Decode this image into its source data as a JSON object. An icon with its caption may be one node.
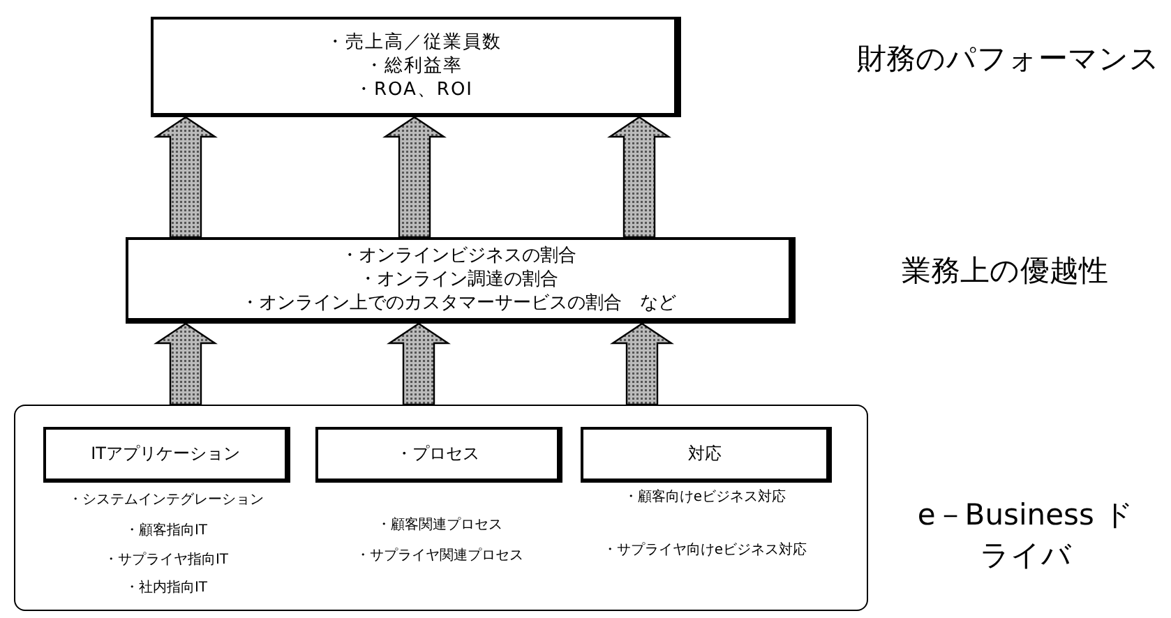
{
  "diagram": {
    "nodes": [
      {
        "text": [
          "・売上高／従業員数",
          "・総利益率",
          "・ROA、ROI"
        ]
      },
      {
        "text": [
          "・オンラインビジネスの割合",
          "・オンライン調達の割合",
          "・オンライン上でのカスタマーサービスの割合　など"
        ]
      },
      {
        "text": [],
        "shape": "box"
      },
      {
        "text": [
          "ITアプリケーション"
        ],
        "in": 2,
        "beside": [
          "・システムインテグレーション",
          "・顧客指向IT",
          "・サプライヤ指向IT",
          "・社内指向IT"
        ]
      },
      {
        "text": [
          "・プロセス"
        ],
        "in": 2,
        "beside": [
          "・顧客関連プロセス",
          "・サプライヤ関連プロセス"
        ]
      },
      {
        "text": [
          "対応"
        ],
        "in": 2,
        "beside": [
          "・顧客向けeビジネス対応",
          "・サプライヤ向けeビジネス対応"
        ]
      }
    ],
    "edges": [
      {
        "from": 1,
        "to": 0,
        "arrow": "to",
        "style": "thick"
      },
      {
        "from": 1,
        "to": 0,
        "arrow": "to",
        "style": "thick"
      },
      {
        "from": 1,
        "to": 0,
        "arrow": "to",
        "style": "thick"
      },
      {
        "from": 2,
        "to": 1,
        "arrow": "to",
        "style": "thick"
      },
      {
        "from": 2,
        "to": 1,
        "arrow": "to",
        "style": "thick"
      },
      {
        "from": 2,
        "to": 1,
        "arrow": "to",
        "style": "thick"
      }
    ],
    "labels": [
      "財務のパフォーマンス",
      "業務上の優越性",
      "e－Business ドライバ"
    ]
  }
}
